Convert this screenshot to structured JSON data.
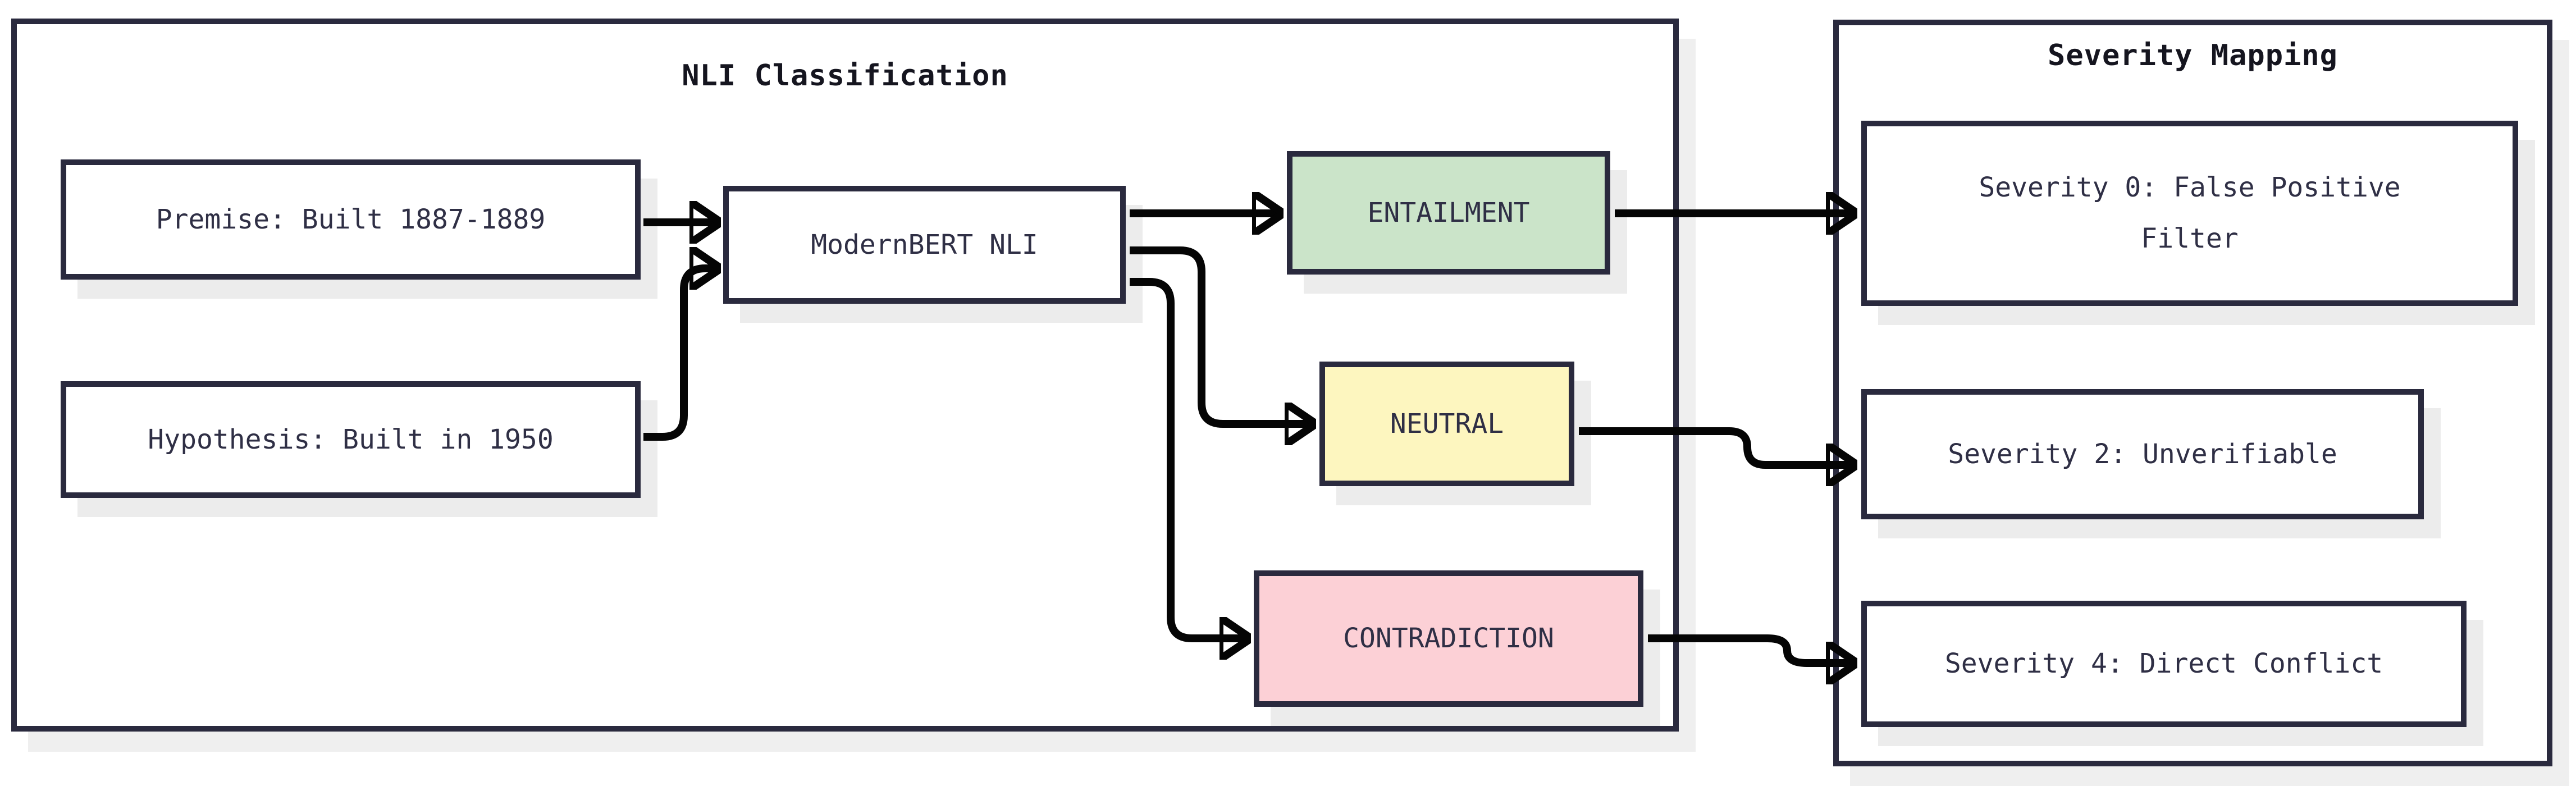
{
  "diagram": {
    "clusters": [
      {
        "id": "nli",
        "title": "NLI Classification"
      },
      {
        "id": "severity",
        "title": "Severity Mapping"
      }
    ],
    "nodes": {
      "premise": {
        "label": "Premise: Built 1887-1889",
        "fill": "#ffffff"
      },
      "hypothesis": {
        "label": "Hypothesis: Built in 1950",
        "fill": "#ffffff"
      },
      "model": {
        "label": "ModernBERT NLI",
        "fill": "#ffffff"
      },
      "entailment": {
        "label": "ENTAILMENT",
        "fill": "#cbe4c9"
      },
      "neutral": {
        "label": "NEUTRAL",
        "fill": "#fdf6bf"
      },
      "contradiction": {
        "label": "CONTRADICTION",
        "fill": "#fcd0d6"
      },
      "severity0": {
        "label": "Severity 0: False Positive\nFilter",
        "fill": "#ffffff"
      },
      "severity2": {
        "label": "Severity 2: Unverifiable",
        "fill": "#ffffff"
      },
      "severity4": {
        "label": "Severity 4: Direct Conflict",
        "fill": "#ffffff"
      }
    },
    "edges": [
      {
        "from": "premise",
        "to": "model"
      },
      {
        "from": "hypothesis",
        "to": "model"
      },
      {
        "from": "model",
        "to": "entailment"
      },
      {
        "from": "model",
        "to": "neutral"
      },
      {
        "from": "model",
        "to": "contradiction"
      },
      {
        "from": "entailment",
        "to": "severity0"
      },
      {
        "from": "neutral",
        "to": "severity2"
      },
      {
        "from": "contradiction",
        "to": "severity4"
      }
    ],
    "colors": {
      "border": "#2a2a3e",
      "text": "#2f2f45",
      "title": "#15151f",
      "arrow": "#050505",
      "entailment_fill": "#cbe4c9",
      "neutral_fill": "#fdf6bf",
      "contradiction_fill": "#fcd0d6",
      "shadow": "#ececec",
      "background": "#ffffff"
    }
  }
}
